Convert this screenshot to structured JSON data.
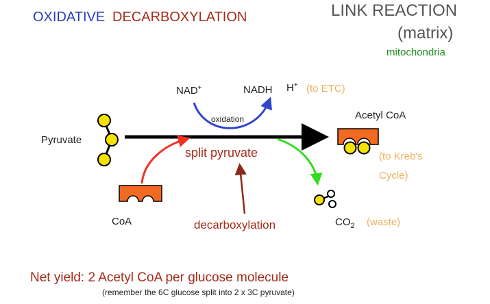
{
  "header": {
    "oxidative": "OXIDATIVE",
    "decarboxylation": "DECARBOXYLATION",
    "link_reaction": "LINK REACTION",
    "matrix": "(matrix)",
    "mitochondria": "mitochondria"
  },
  "labels": {
    "nad": "NAD",
    "nad_sup": "+",
    "nadh": "NADH",
    "h": "H",
    "h_sup": "+",
    "to_etc": "(to ETC)",
    "oxidation": "oxidation",
    "acetyl_coa": "Acetyl CoA",
    "pyruvate": "Pyruvate",
    "split_pyruvate": "split pyruvate",
    "to_krebs_line1": "(to Kreb's",
    "to_krebs_line2": "Cycle)",
    "coa": "CoA",
    "decarboxylation_label": "decarboxylation",
    "co": "CO",
    "co_sub": "2",
    "waste": "(waste)"
  },
  "footer": {
    "net_yield": "Net yield: 2 Acetyl CoA per glucose molecule",
    "note": "(remember the 6C glucose split into 2 x 3C pyruvate)"
  },
  "colors": {
    "blue": "#2a3bbf",
    "dark_red": "#a52a1a",
    "green": "#1f8f1f",
    "orange_text": "#f0b060",
    "orange_block": "#f26a22",
    "yellow": "#f6e200",
    "red_arrow": "#ee3322",
    "green_arrow": "#33dd22",
    "blue_arrow": "#3344cc",
    "brown_arrow": "#8a2a1a"
  }
}
